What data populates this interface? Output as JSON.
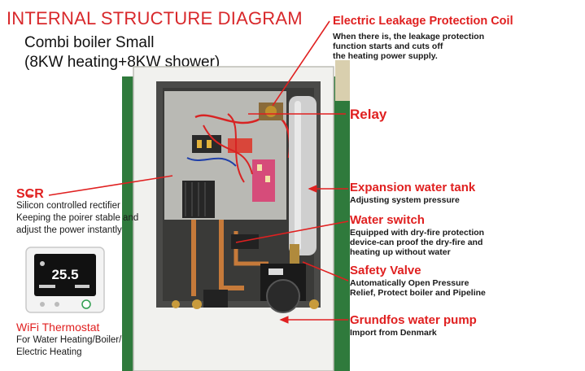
{
  "header": {
    "title": "INTERNAL STRUCTURE DIAGRAM",
    "subtitle_line1": "Combi boiler Small",
    "subtitle_line2": "(8KW heating+8KW shower)"
  },
  "callouts": {
    "coil": {
      "label": "Electric Leakage Protection Coil",
      "desc": [
        "When there is, the leakage protection",
        "function starts and cuts off",
        "the heating power supply."
      ]
    },
    "relay": {
      "label": "Relay"
    },
    "tank": {
      "label": "Expansion water tank",
      "desc": [
        "Adjusting system pressure"
      ]
    },
    "switch": {
      "label": "Water switch",
      "desc": [
        "Equipped with dry-fire protection",
        "device-can proof the dry-fire and",
        "heating up without water"
      ]
    },
    "valve": {
      "label": "Safety Valve",
      "desc": [
        "Automatically Open Pressure",
        "Relief, Protect boiler and Pipeline"
      ]
    },
    "pump": {
      "label": "Grundfos water pump",
      "desc": [
        "Import from Denmark"
      ]
    },
    "scr": {
      "label": "SCR",
      "desc": [
        "Silicon controlled rectifier",
        "Keeping the poirer stable and",
        "adjust the power instantly"
      ]
    }
  },
  "thermostat": {
    "label": "WiFi Thermostat",
    "desc": [
      "For Water Heating/Boiler/",
      "Electric Heating"
    ],
    "display_temp": "25.5"
  },
  "colors": {
    "accent_red": "#e02020",
    "title_red": "#d8282b",
    "panel_white": "#f1f1ee",
    "wall_green": "#2f7a3c"
  }
}
